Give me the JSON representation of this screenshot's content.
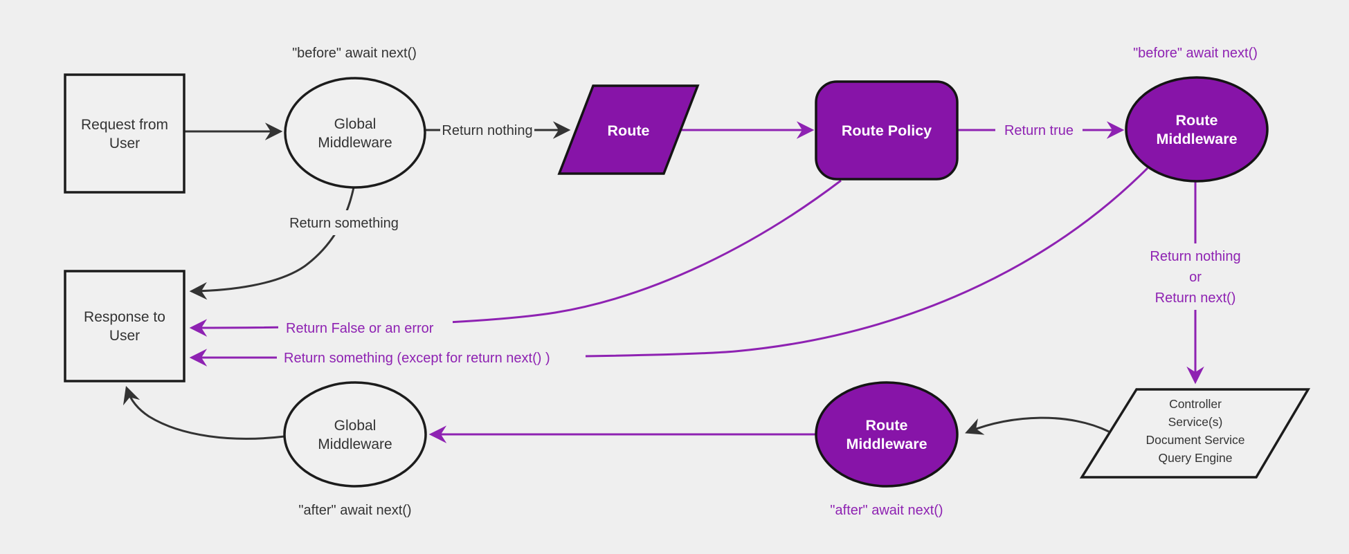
{
  "diagram": {
    "type": "flowchart",
    "theme": {
      "background": "#efefef",
      "node_fill_light": "#f0f0f0",
      "node_fill_purple": "#8714a8",
      "node_border": "#1c1c1c",
      "edge_black": "#333333",
      "edge_purple": "#8e22b2",
      "node_text_dark": "#333333",
      "node_text_white": "#ffffff"
    },
    "nodes": {
      "request": {
        "shape": "rect",
        "lines": [
          "Request from",
          "User"
        ]
      },
      "global_mw_top": {
        "shape": "ellipse",
        "lines": [
          "Global",
          "Middleware"
        ]
      },
      "route": {
        "shape": "parallelogram",
        "label": "Route"
      },
      "route_policy": {
        "shape": "rounded-rect",
        "label": "Route Policy"
      },
      "route_mw_top": {
        "shape": "ellipse",
        "lines": [
          "Route",
          "Middleware"
        ]
      },
      "controller": {
        "shape": "parallelogram",
        "lines": [
          "Controller",
          "Service(s)",
          "Document Service",
          "Query Engine"
        ]
      },
      "route_mw_bottom": {
        "shape": "ellipse",
        "lines": [
          "Route",
          "Middleware"
        ]
      },
      "global_mw_bottom": {
        "shape": "ellipse",
        "lines": [
          "Global",
          "Middleware"
        ]
      },
      "response": {
        "shape": "rect",
        "lines": [
          "Response to",
          "User"
        ]
      }
    },
    "labels": {
      "before_global": "\"before\" await next()",
      "before_route": "\"before\" await next()",
      "after_global": "\"after\" await next()",
      "after_route": "\"after\" await next()",
      "return_nothing": "Return nothing",
      "return_true": "Return true",
      "return_something": "Return something",
      "return_false_or_error": "Return False or an error",
      "return_something_except": "Return something (except for return next() )",
      "return_nothing_or": {
        "line1": "Return nothing",
        "line2": "or",
        "line3": "Return next()"
      }
    }
  }
}
